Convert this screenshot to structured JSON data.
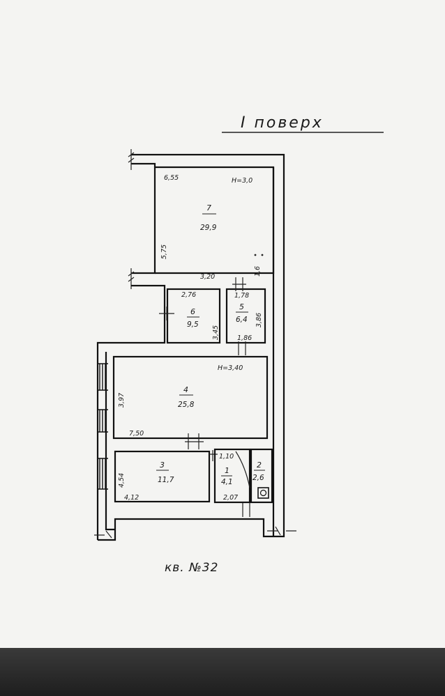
{
  "header": {
    "floor_title": "I поверх"
  },
  "apartment_label": "кв. №32",
  "heights": [
    "H=3,0",
    "H=3,40"
  ],
  "rooms": [
    {
      "number": "7",
      "area": "29,9",
      "dims": [
        "6,55",
        "5,75",
        "3,20",
        "1,6"
      ]
    },
    {
      "number": "6",
      "area": "9,5",
      "dims": [
        "2,76",
        "3,45"
      ]
    },
    {
      "number": "5",
      "area": "6,4",
      "dims": [
        "1,78",
        "1,86",
        "3,86"
      ]
    },
    {
      "number": "4",
      "area": "25,8",
      "dims": [
        "3,97",
        "7,50"
      ]
    },
    {
      "number": "3",
      "area": "11,7",
      "dims": [
        "4,54",
        "4,12"
      ]
    },
    {
      "number": "1",
      "area": "4,1",
      "dims": [
        "1,10",
        "2,07"
      ]
    },
    {
      "number": "2",
      "area": "2,6",
      "dims": []
    }
  ],
  "colors": {
    "ink": "#111111",
    "paper": "#f4f4f2"
  }
}
